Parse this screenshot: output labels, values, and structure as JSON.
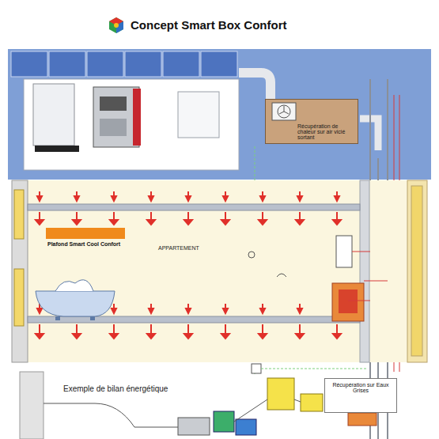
{
  "diagram": {
    "title": "Concept Smart Box Confort",
    "nodes": [
      {
        "text": [
          "Récupération de chaleur sur air vicié sortant"
        ]
      },
      {
        "text": [
          "Plafond Smart Cool Confort"
        ]
      },
      {
        "text": [
          "Récupération sur Eaux Grises"
        ]
      }
    ],
    "labels": [
      "APPARTEMENT",
      "Exemple de bilan énergétique"
    ]
  }
}
